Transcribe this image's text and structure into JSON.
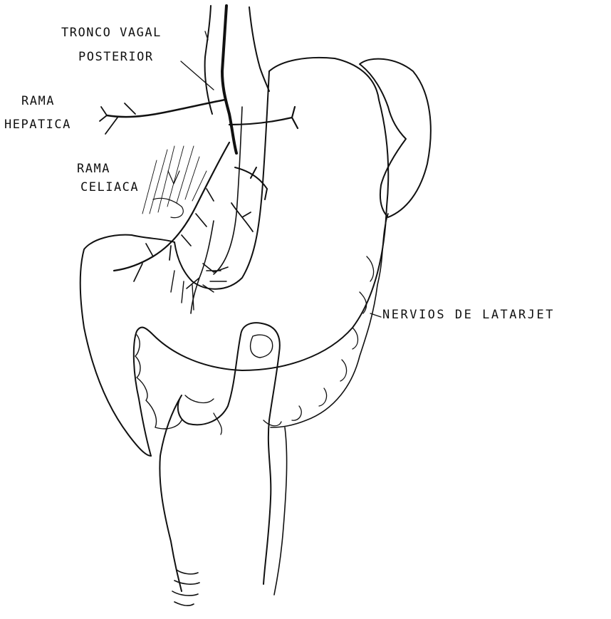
{
  "labels": {
    "tronco_vagal": "TRONCO VAGAL",
    "posterior": "POSTERIOR",
    "rama_hepatica_1": "RAMA",
    "rama_hepatica_2": "HEPATICA",
    "rama_celiaca_1": "RAMA",
    "rama_celiaca_2": "CELIACA",
    "nervios_latarjet": "NERVIOS DE LATARJET"
  },
  "colors": {
    "ink": "#111111",
    "paper": "#ffffff"
  }
}
